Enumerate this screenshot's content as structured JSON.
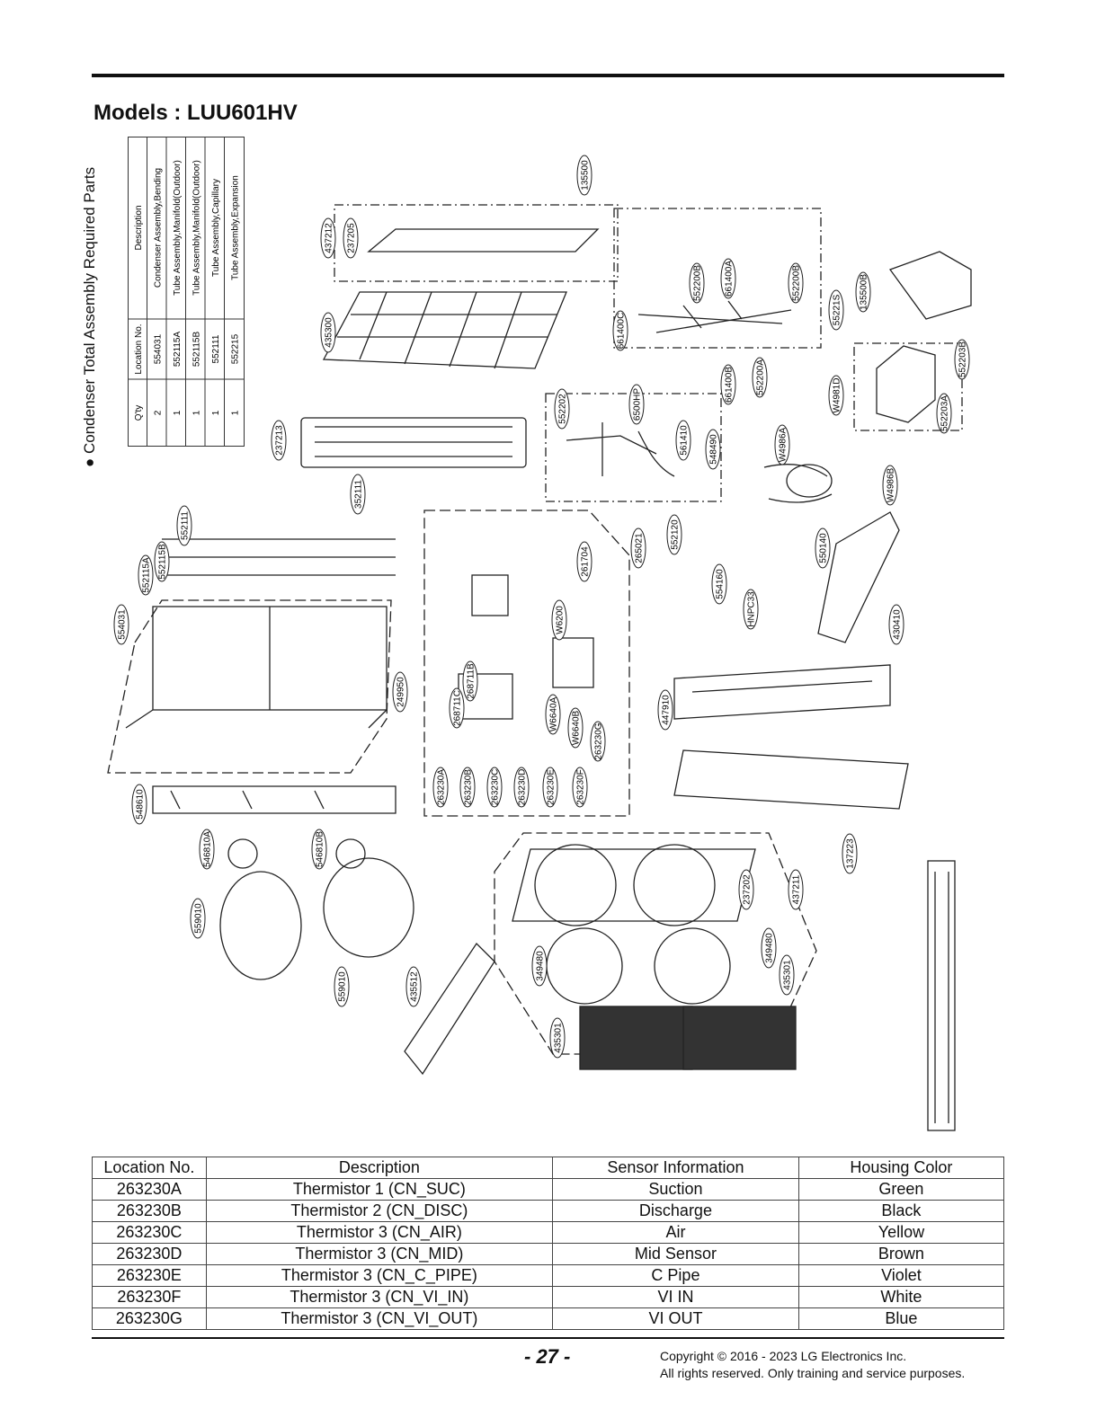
{
  "page": {
    "title": "Models : LUU601HV",
    "side_caption": "● Condenser Total Assembly Required Parts",
    "page_number": "- 27 -",
    "copyright_line1": "Copyright © 2016 - 2023 LG Electronics Inc.",
    "copyright_line2": "All rights reserved. Only training and service purposes."
  },
  "required_parts": {
    "headers": [
      "Description",
      "Location No.",
      "Q'ty"
    ],
    "rows": [
      [
        "Condenser Assembly,Bending",
        "554031",
        "2"
      ],
      [
        "Tube Assembly,Manifold(Outdoor)",
        "552115A",
        "1"
      ],
      [
        "Tube Assembly,Manifold(Outdoor)",
        "552115B",
        "1"
      ],
      [
        "Tube Assembly,Capillary",
        "552111",
        "1"
      ],
      [
        "Tube Assembly,Expansion",
        "552215",
        "1"
      ]
    ]
  },
  "callouts": [
    "135500",
    "437212",
    "237205",
    "435300",
    "237213",
    "352111",
    "552111",
    "552115B",
    "552115A",
    "554031",
    "552200B",
    "661400A",
    "552200B",
    "661400C",
    "661400B",
    "552200A",
    "55221S",
    "135500B",
    "W4981D",
    "552203B",
    "552203A",
    "552202",
    "6500HP",
    "561410",
    "548490",
    "265021",
    "552120",
    "W4986A",
    "W4986B",
    "261704",
    "W6200",
    "268711B",
    "268711C",
    "249950",
    "W6640A",
    "W6640B",
    "263230G",
    "263230A",
    "263230B",
    "263230C",
    "263230D",
    "263230E",
    "263230F",
    "554160",
    "550140",
    "HNPC33",
    "430410",
    "447910",
    "137223",
    "548610",
    "546810A",
    "546810B",
    "559010",
    "559010",
    "435512",
    "237202",
    "437211",
    "349480",
    "349480",
    "435301",
    "435301"
  ],
  "sensor_table": {
    "headers": [
      "Location No.",
      "Description",
      "Sensor Information",
      "Housing Color"
    ],
    "rows": [
      [
        "263230A",
        "Thermistor 1 (CN_SUC)",
        "Suction",
        "Green"
      ],
      [
        "263230B",
        "Thermistor 2 (CN_DISC)",
        "Discharge",
        "Black"
      ],
      [
        "263230C",
        "Thermistor 3 (CN_AIR)",
        "Air",
        "Yellow"
      ],
      [
        "263230D",
        "Thermistor 3 (CN_MID)",
        "Mid Sensor",
        "Brown"
      ],
      [
        "263230E",
        "Thermistor 3 (CN_C_PIPE)",
        "C Pipe",
        "Violet"
      ],
      [
        "263230F",
        "Thermistor 3 (CN_VI_IN)",
        "VI IN",
        "White"
      ],
      [
        "263230G",
        "Thermistor 3 (CN_VI_OUT)",
        "VI OUT",
        "Blue"
      ]
    ]
  }
}
